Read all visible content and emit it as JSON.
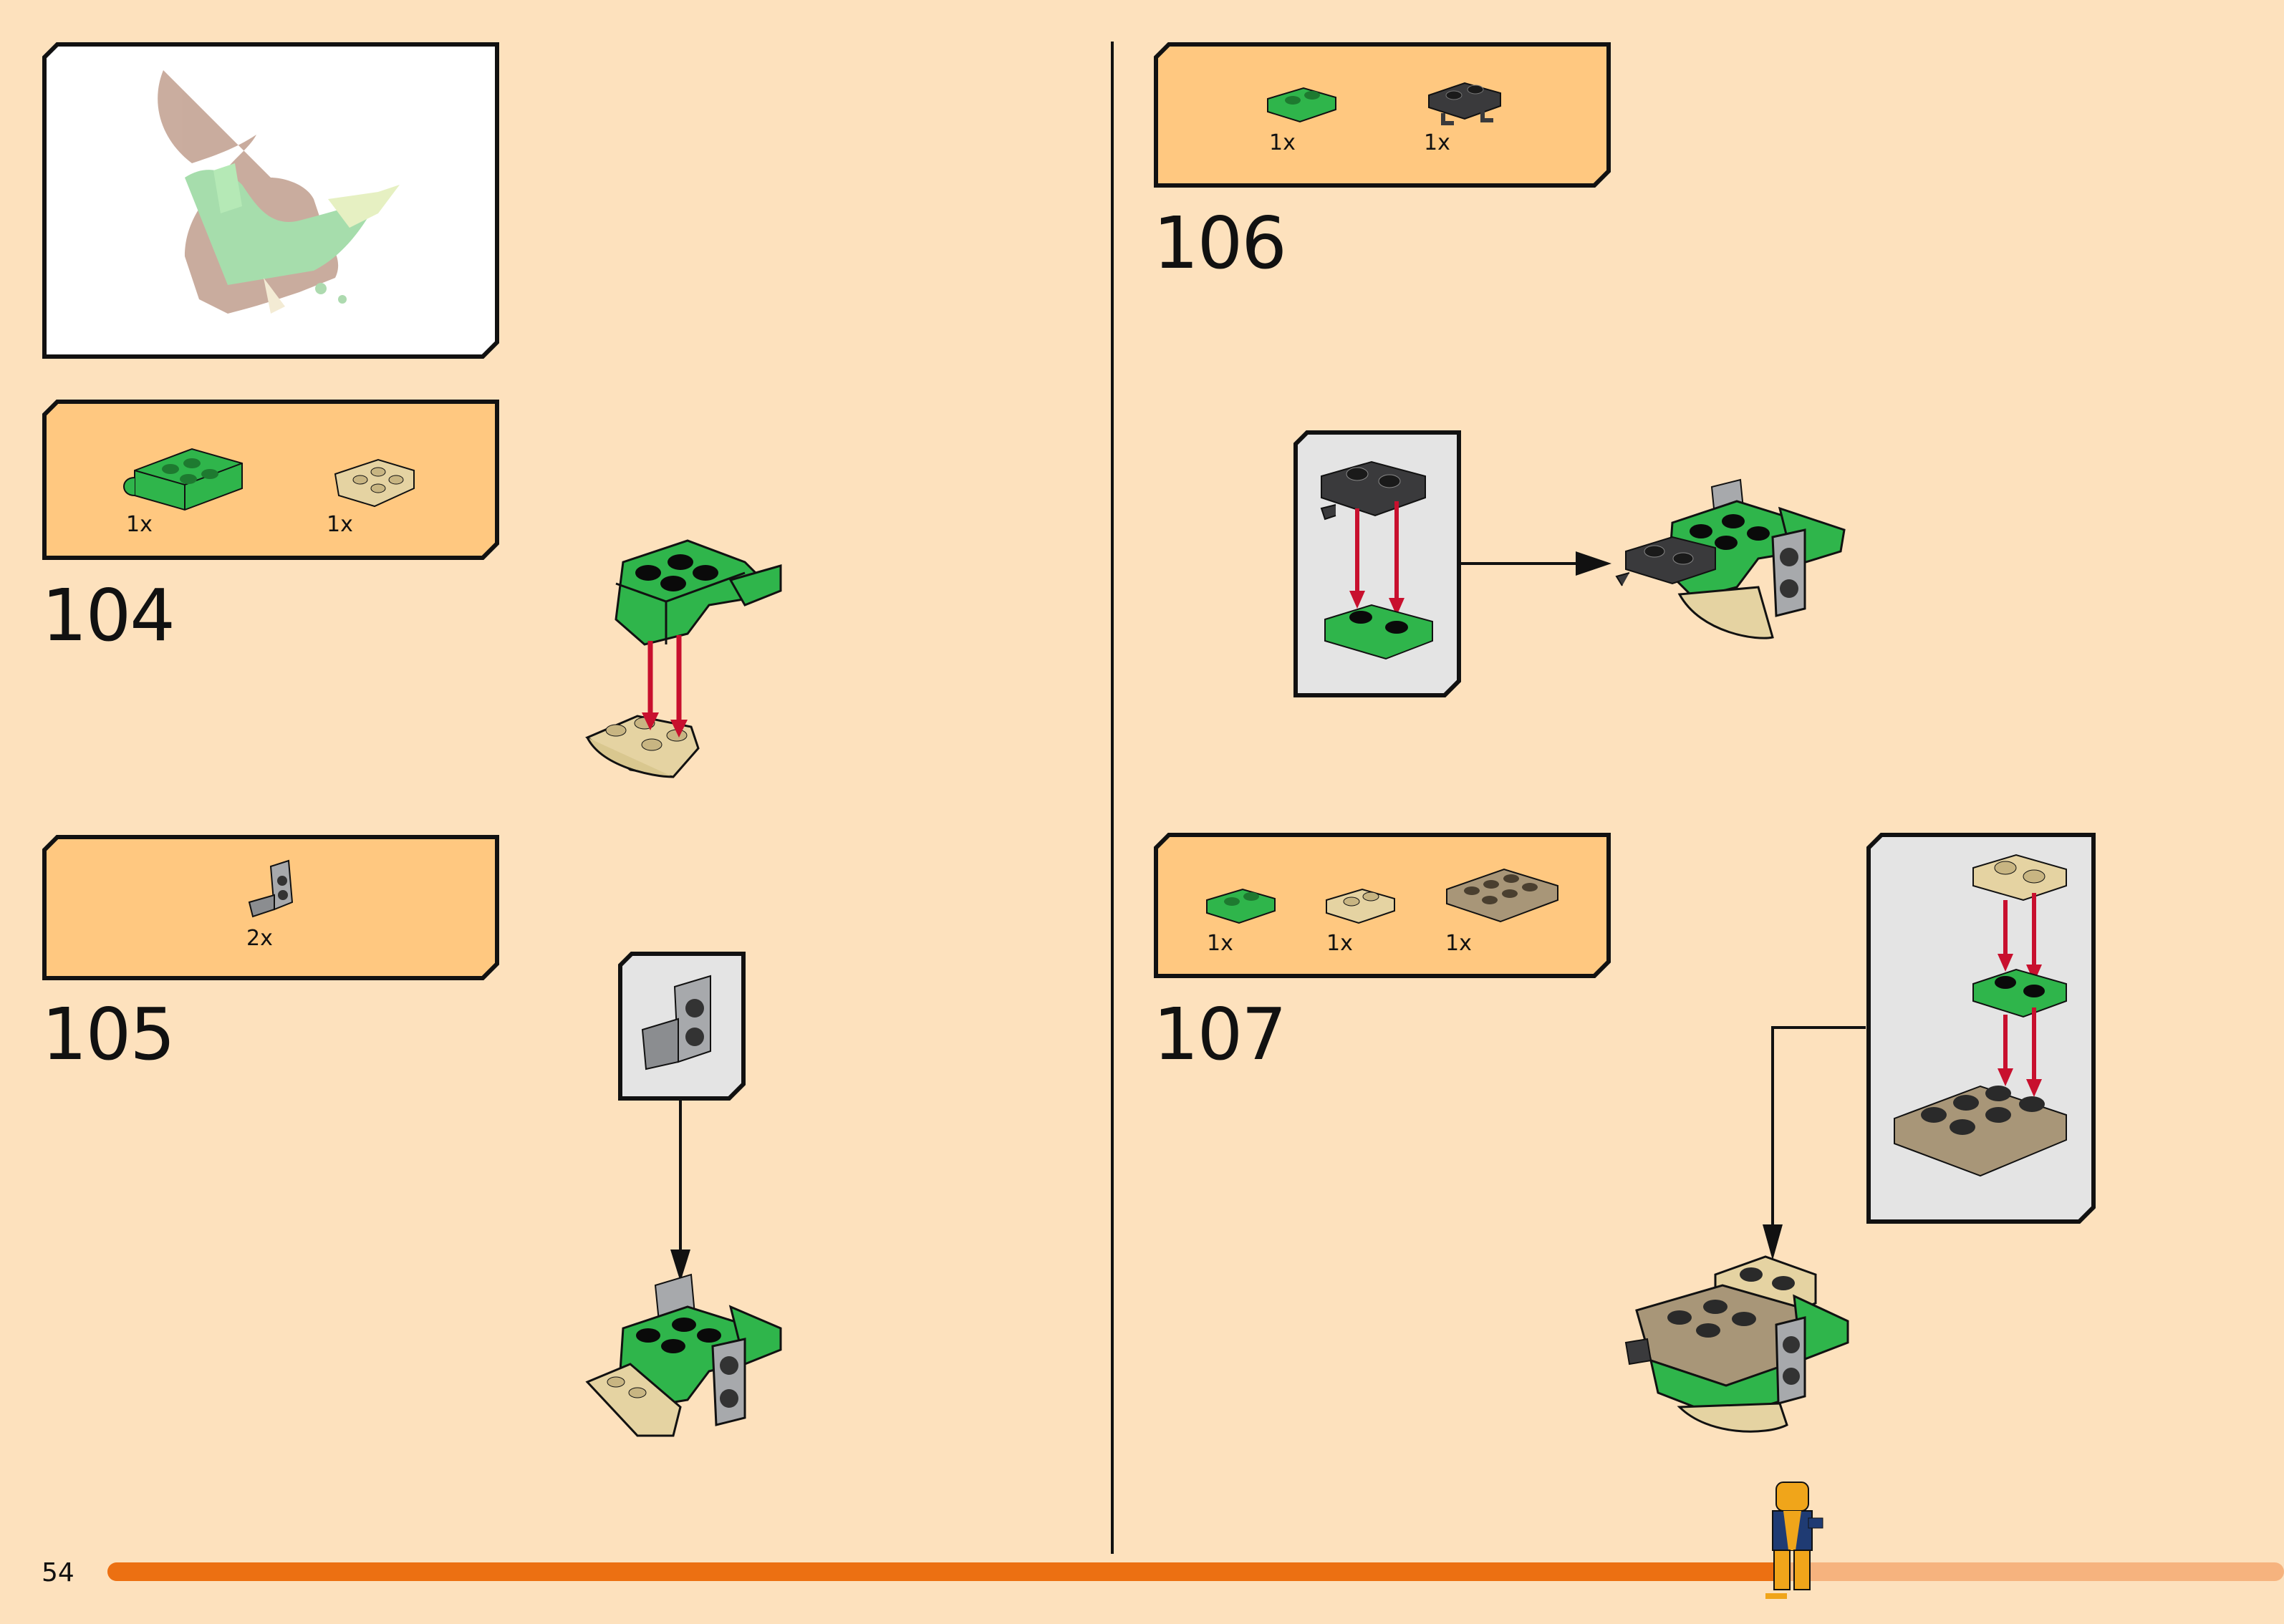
{
  "page": {
    "number": "54",
    "progress_percent": 77
  },
  "colors": {
    "background": "#fde1bd",
    "parts_box": "#ffc880",
    "callout": "#e4e4e4",
    "progress": "#ec7012",
    "progress_track": "#f6b37e",
    "arrow": "#c8102e",
    "green": "#2fb54b",
    "tan": "#e5d3a2",
    "dark_tan": "#a89678",
    "dark_grey": "#3a3a3c",
    "light_grey": "#a7a9ac"
  },
  "steps": [
    {
      "number": "104",
      "parts": [
        {
          "qty": "1x",
          "icon": "green-brick-icon"
        },
        {
          "qty": "1x",
          "icon": "tan-inverted-slope-icon"
        }
      ]
    },
    {
      "number": "105",
      "parts": [
        {
          "qty": "2x",
          "icon": "grey-bracket-icon"
        }
      ]
    },
    {
      "number": "106",
      "parts": [
        {
          "qty": "1x",
          "icon": "green-plate-icon"
        },
        {
          "qty": "1x",
          "icon": "dark-grey-clip-plate-icon"
        }
      ]
    },
    {
      "number": "107",
      "parts": [
        {
          "qty": "1x",
          "icon": "green-plate-icon"
        },
        {
          "qty": "1x",
          "icon": "tan-plate-icon"
        },
        {
          "qty": "1x",
          "icon": "dark-tan-plate-icon"
        }
      ]
    }
  ]
}
